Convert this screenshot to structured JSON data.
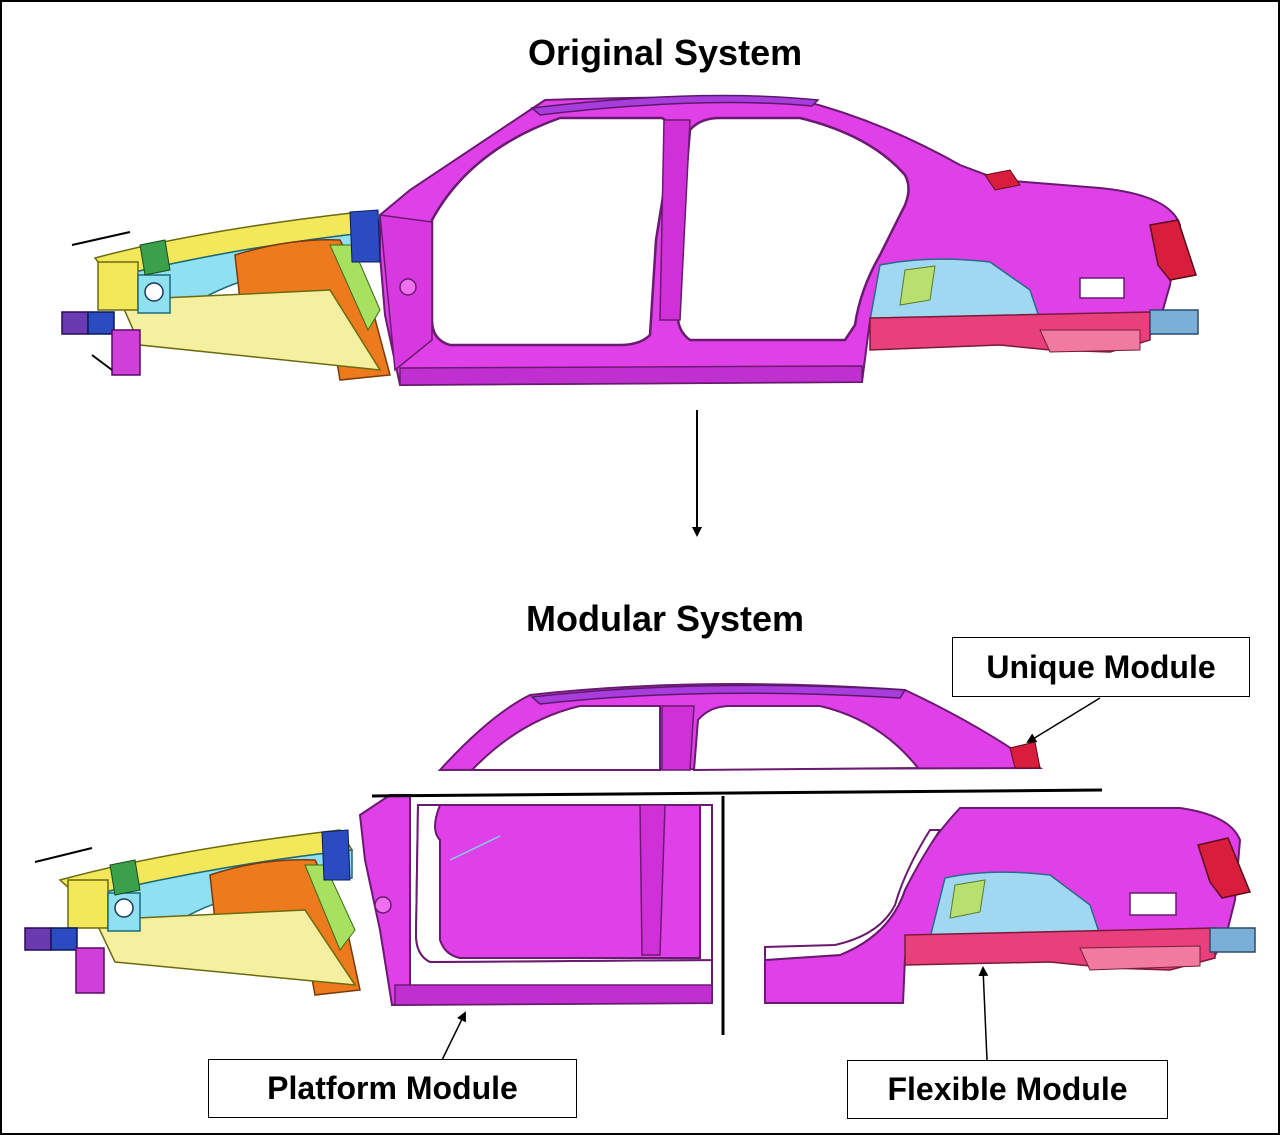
{
  "titles": {
    "original": "Original System",
    "modular": "Modular System"
  },
  "labels": {
    "unique": "Unique Module",
    "platform": "Platform Module",
    "flexible": "Flexible Module"
  },
  "colors": {
    "body_magenta": "#e040e8",
    "body_violet": "#a83cdc",
    "rail_yellow": "#f2e85a",
    "engine_orange": "#ee7a1e",
    "cyan": "#8fe0f0",
    "red": "#d81e3c",
    "pink": "#f04a8a",
    "blue": "#2a4cc0",
    "outline": "#000000"
  }
}
